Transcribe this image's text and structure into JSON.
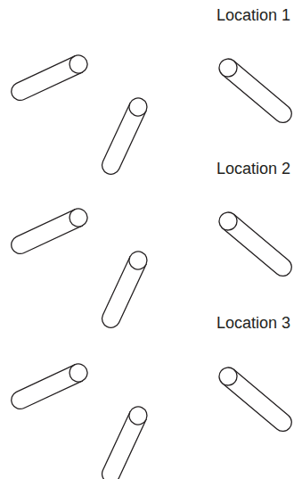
{
  "diagram": {
    "labels": [
      "Location 1",
      "Location 2",
      "Location 3"
    ]
  }
}
